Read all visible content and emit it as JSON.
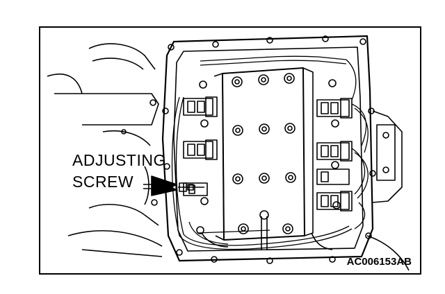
{
  "figure": {
    "callout_line1": "ADJUSTING",
    "callout_line2": "SCREW",
    "figure_code": "AC006153AB"
  },
  "colors": {
    "line": "#000000",
    "background": "#ffffff"
  }
}
